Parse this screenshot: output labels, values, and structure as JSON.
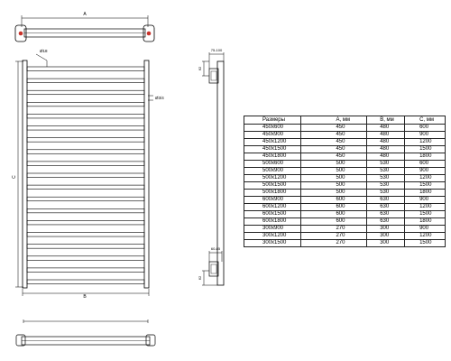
{
  "dimensions": {
    "width_a": "A",
    "height_c": "C",
    "width_b": "B",
    "bar_dia": "Ø18",
    "connect_size": "Ø3/4",
    "depth_range_top": "75-100",
    "offset_top": "62",
    "depth_range_bottom": "60-85",
    "offset_bottom": "62"
  },
  "table": {
    "headers": [
      "Размеры",
      "A, мм",
      "B, мм",
      "C, мм"
    ],
    "rows": [
      [
        "450x600",
        "450",
        "480",
        "600"
      ],
      [
        "450x900",
        "450",
        "480",
        "900"
      ],
      [
        "450x1200",
        "450",
        "480",
        "1200"
      ],
      [
        "450x1500",
        "450",
        "480",
        "1500"
      ],
      [
        "450x1800",
        "450",
        "480",
        "1800"
      ],
      [
        "500x600",
        "500",
        "530",
        "600"
      ],
      [
        "500x900",
        "500",
        "530",
        "900"
      ],
      [
        "500x1200",
        "500",
        "530",
        "1200"
      ],
      [
        "500x1500",
        "500",
        "530",
        "1500"
      ],
      [
        "500x1800",
        "500",
        "530",
        "1800"
      ],
      [
        "600x900",
        "600",
        "630",
        "900"
      ],
      [
        "600x1200",
        "600",
        "630",
        "1200"
      ],
      [
        "600x1500",
        "600",
        "630",
        "1500"
      ],
      [
        "600x1800",
        "600",
        "630",
        "1800"
      ],
      [
        "300x900",
        "270",
        "300",
        "900"
      ],
      [
        "300x1200",
        "270",
        "300",
        "1200"
      ],
      [
        "300x1500",
        "270",
        "300",
        "1500"
      ]
    ]
  }
}
